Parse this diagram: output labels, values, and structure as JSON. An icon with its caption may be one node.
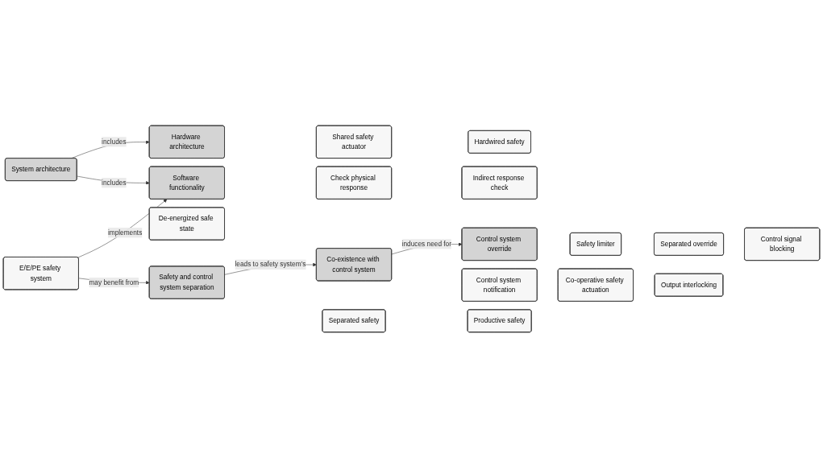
{
  "diagram": {
    "nodes": [
      {
        "text": [
          "E/E/PE safety system"
        ]
      },
      {
        "text": [
          "Hardware architecture"
        ]
      },
      {
        "text": [
          "System architecture"
        ]
      },
      {
        "text": [
          "Software functionality"
        ]
      },
      {
        "text": [
          "Shared safety actuator"
        ]
      },
      {
        "text": [
          "De-energized safe state"
        ]
      },
      {
        "text": [
          "Check physical response"
        ]
      },
      {
        "text": [
          "Hardwired safety"
        ]
      },
      {
        "text": [
          "Indirect response check"
        ]
      },
      {
        "text": [
          "Safety and control system separation"
        ]
      },
      {
        "text": [
          "Co-existence with control system"
        ]
      },
      {
        "text": [
          "Control system override"
        ]
      },
      {
        "text": [
          "Separated safety"
        ]
      },
      {
        "text": [
          "Control system notification"
        ]
      },
      {
        "text": [
          "Safety limiter"
        ]
      },
      {
        "text": [
          "Co-operative safety actuation"
        ]
      },
      {
        "text": [
          "Separated override"
        ]
      },
      {
        "text": [
          "Productive safety"
        ]
      },
      {
        "text": [
          "Output interlocking"
        ]
      },
      {
        "text": [
          "Control signal blocking"
        ]
      }
    ],
    "edges": [
      {
        "from": 0,
        "to": 3,
        "arrow": "to",
        "label": "implements"
      },
      {
        "from": 2,
        "to": 1,
        "arrow": "to",
        "label": "includes"
      },
      {
        "from": 2,
        "to": 3,
        "arrow": "to",
        "label": "includes"
      },
      {
        "from": 0,
        "to": 9,
        "arrow": "to",
        "label": "may benefit from"
      },
      {
        "from": 9,
        "to": 10,
        "arrow": "to",
        "label": "leads to safety system’s"
      },
      {
        "from": 10,
        "to": 11,
        "arrow": "to",
        "label": "induces need for"
      }
    ]
  }
}
